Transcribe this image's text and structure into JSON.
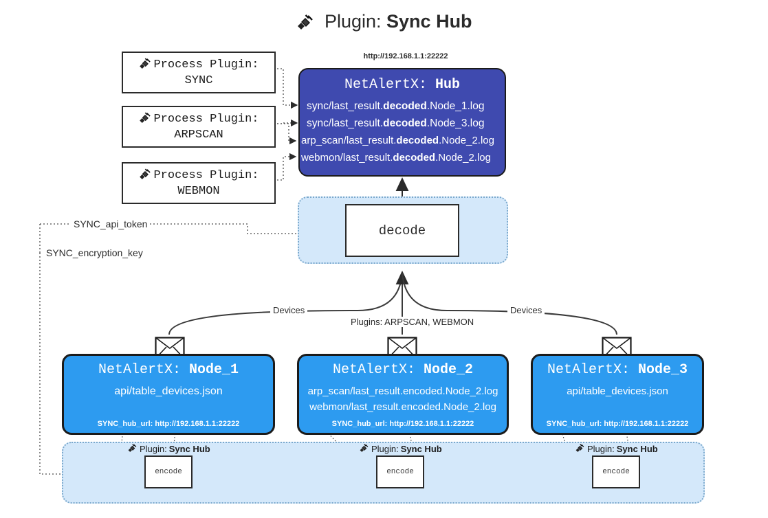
{
  "header": {
    "icon": "plug-icon",
    "prefix": "Plugin:",
    "name": "Sync Hub"
  },
  "process_plugins": [
    {
      "icon": "plug-icon",
      "line1": "Process Plugin:",
      "line2": "SYNC"
    },
    {
      "icon": "plug-icon",
      "line1": "Process Plugin:",
      "line2": "ARPSCAN"
    },
    {
      "icon": "plug-icon",
      "line1": "Process Plugin:",
      "line2": "WEBMON"
    }
  ],
  "hub": {
    "url": "http://192.168.1.1:22222",
    "title_prefix": "NetAlertX:",
    "title_name": "Hub",
    "logs": [
      {
        "pre": "sync/last_result.",
        "bold": "decoded",
        "post": ".Node_1.log"
      },
      {
        "pre": "sync/last_result.",
        "bold": "decoded",
        "post": ".Node_3.log"
      },
      {
        "pre": "arp_scan/last_result.",
        "bold": "decoded",
        "post": ".Node_2.log"
      },
      {
        "pre": "webmon/last_result.",
        "bold": "decoded",
        "post": ".Node_2.log"
      }
    ],
    "color": "#3f4aaf"
  },
  "decode": {
    "label": "decode",
    "container_color": "#d4e8fa"
  },
  "config_edges": {
    "api_token": "SYNC_api_token",
    "encryption_key": "SYNC_encryption_key"
  },
  "flow_labels": {
    "devices_left": "Devices",
    "devices_right": "Devices",
    "plugins_center": "Plugins: ARPSCAN, WEBMON"
  },
  "nodes": [
    {
      "icon": "envelope-icon",
      "title_prefix": "NetAlertX:",
      "title_name": "Node_1",
      "lines": [
        "api/table_devices.json"
      ],
      "url_label": "SYNC_hub_url: http://192.168.1.1:22222",
      "color": "#2d9bf0"
    },
    {
      "icon": "envelope-icon",
      "title_prefix": "NetAlertX:",
      "title_name": "Node_2",
      "lines": [
        "arp_scan/last_result.encoded.Node_2.log",
        "webmon/last_result.encoded.Node_2.log"
      ],
      "url_label": "SYNC_hub_url: http://192.168.1.1:22222",
      "color": "#2d9bf0"
    },
    {
      "icon": "envelope-icon",
      "title_prefix": "NetAlertX:",
      "title_name": "Node_3",
      "lines": [
        "api/table_devices.json"
      ],
      "url_label": "SYNC_hub_url: http://192.168.1.1:22222",
      "color": "#2d9bf0"
    }
  ],
  "encoders": [
    {
      "icon": "plug-icon",
      "label_prefix": "Plugin:",
      "label_name": "Sync Hub",
      "box": "encode"
    },
    {
      "icon": "plug-icon",
      "label_prefix": "Plugin:",
      "label_name": "Sync Hub",
      "box": "encode"
    },
    {
      "icon": "plug-icon",
      "label_prefix": "Plugin:",
      "label_name": "Sync Hub",
      "box": "encode"
    }
  ]
}
